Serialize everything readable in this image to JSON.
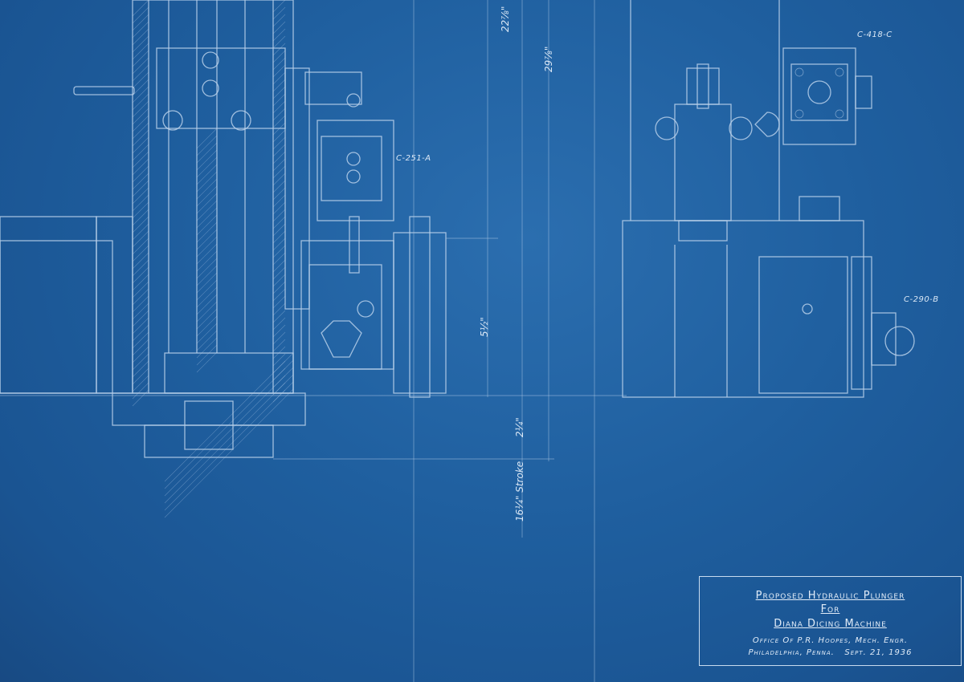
{
  "title_block": {
    "title": "Proposed Hydraulic Plunger",
    "for": "For",
    "machine": "Diana Dicing Machine",
    "office": "Office Of P.R. Hoopes, Mech. Engr.",
    "location": "Philadelphia, Penna.",
    "date": "Sept. 21, 1936"
  },
  "part_labels": {
    "c251a": "C-251-A",
    "c418c": "C-418-C",
    "c290b": "C-290-B"
  },
  "dimensions": {
    "d1": "22⅞\"",
    "d2": "29⅞\"",
    "d3": "5½\"",
    "d4": "2¼\"",
    "d5": "16¼\" Stroke"
  },
  "colors": {
    "paper": "#1f5d9e",
    "line": "#b8d0ea"
  }
}
